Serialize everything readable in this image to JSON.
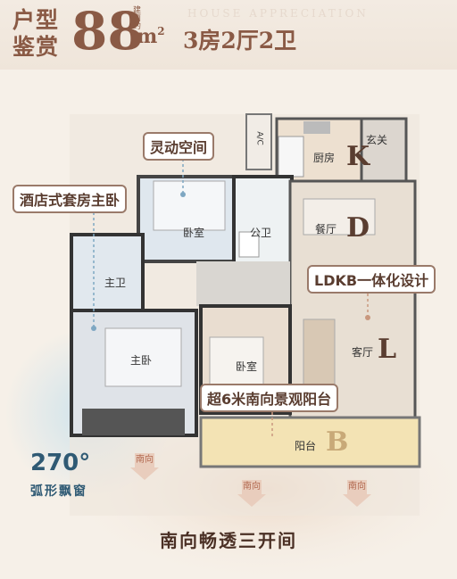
{
  "header": {
    "title": "户型鉴赏",
    "area": "88",
    "area_note": "建面约",
    "unit": "m",
    "unit_sup": "2",
    "layout": "3房2厅2卫",
    "subtitle_en": "HOUSE APPRECIATION"
  },
  "callouts": {
    "flex_space": "灵动空间",
    "hotel_master": "酒店式套房主卧",
    "ldkb": "LDKB一体化设计",
    "balcony": "超6米南向景观阳台",
    "bay_angle": "270°",
    "bay_label": "弧形飘窗"
  },
  "rooms": {
    "kitchen": "厨房",
    "entry": "玄关",
    "bedroom_1": "卧室",
    "public_bath": "公卫",
    "dining": "餐厅",
    "master_bath": "主卫",
    "master_bed": "主卧",
    "bedroom_2": "卧室",
    "living": "客厅",
    "balcony": "阳台",
    "ac": "A/C"
  },
  "letters": {
    "kitchen": "K",
    "dining": "D",
    "living": "L",
    "balcony": "B"
  },
  "south_arrows": [
    "南向",
    "南向",
    "南向"
  ],
  "footer": "南向畅透三开间",
  "colors": {
    "accent": "#8a5a45",
    "tag_border": "#9a7a6a",
    "arrow": "#e9cdbd",
    "bay_glow": "#cfe3ec"
  }
}
